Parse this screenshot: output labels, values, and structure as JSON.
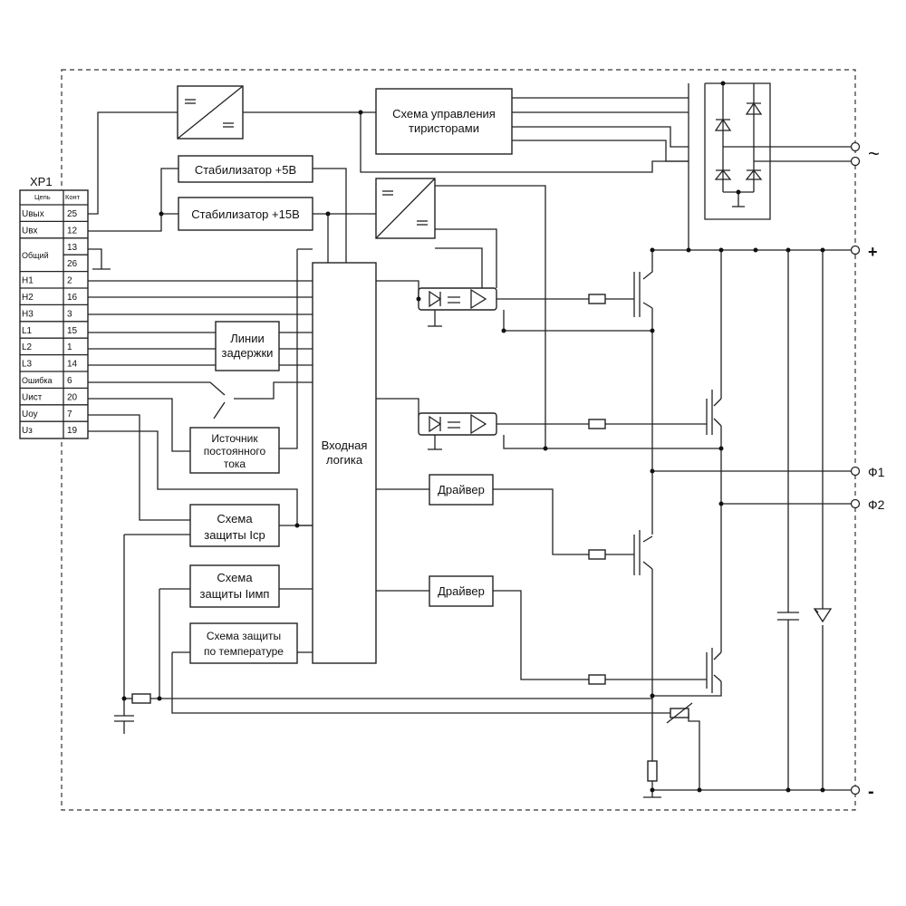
{
  "connector": {
    "name": "XP1",
    "col_circuit": "Цепь",
    "col_contact": "Конт",
    "rows": [
      {
        "circuit": "Uвых",
        "contact": "25"
      },
      {
        "circuit": "Uвх",
        "contact": "12"
      },
      {
        "circuit": "Общий",
        "contact": "13"
      },
      {
        "circuit": "",
        "contact": "26"
      },
      {
        "circuit": "H1",
        "contact": "2"
      },
      {
        "circuit": "H2",
        "contact": "16"
      },
      {
        "circuit": "H3",
        "contact": "3"
      },
      {
        "circuit": "L1",
        "contact": "15"
      },
      {
        "circuit": "L2",
        "contact": "1"
      },
      {
        "circuit": "L3",
        "contact": "14"
      },
      {
        "circuit": "Ошибка",
        "contact": "6"
      },
      {
        "circuit": "Uист",
        "contact": "20"
      },
      {
        "circuit": "Uоу",
        "contact": "7"
      },
      {
        "circuit": "Uз",
        "contact": "19"
      }
    ]
  },
  "blocks": {
    "thyristor_control": [
      "Схема управления",
      "тиристорами"
    ],
    "stab5": "Стабилизатор +5В",
    "stab15": "Стабилизатор +15В",
    "delay_lines": [
      "Линии",
      "задержки"
    ],
    "current_source": [
      "Источник",
      "постоянного",
      "тока"
    ],
    "input_logic": [
      "Входная",
      "логика"
    ],
    "driver1": "Драйвер",
    "driver2": "Драйвер",
    "prot_cp": [
      "Схема",
      "защиты Iср"
    ],
    "prot_imp": [
      "Схема",
      "защиты Iимп"
    ],
    "prot_temp": [
      "Схема защиты",
      "по температуре"
    ]
  },
  "terminals": {
    "ac": "~",
    "plus": "+",
    "f1": "Ф1",
    "f2": "Ф2",
    "minus": "-"
  }
}
